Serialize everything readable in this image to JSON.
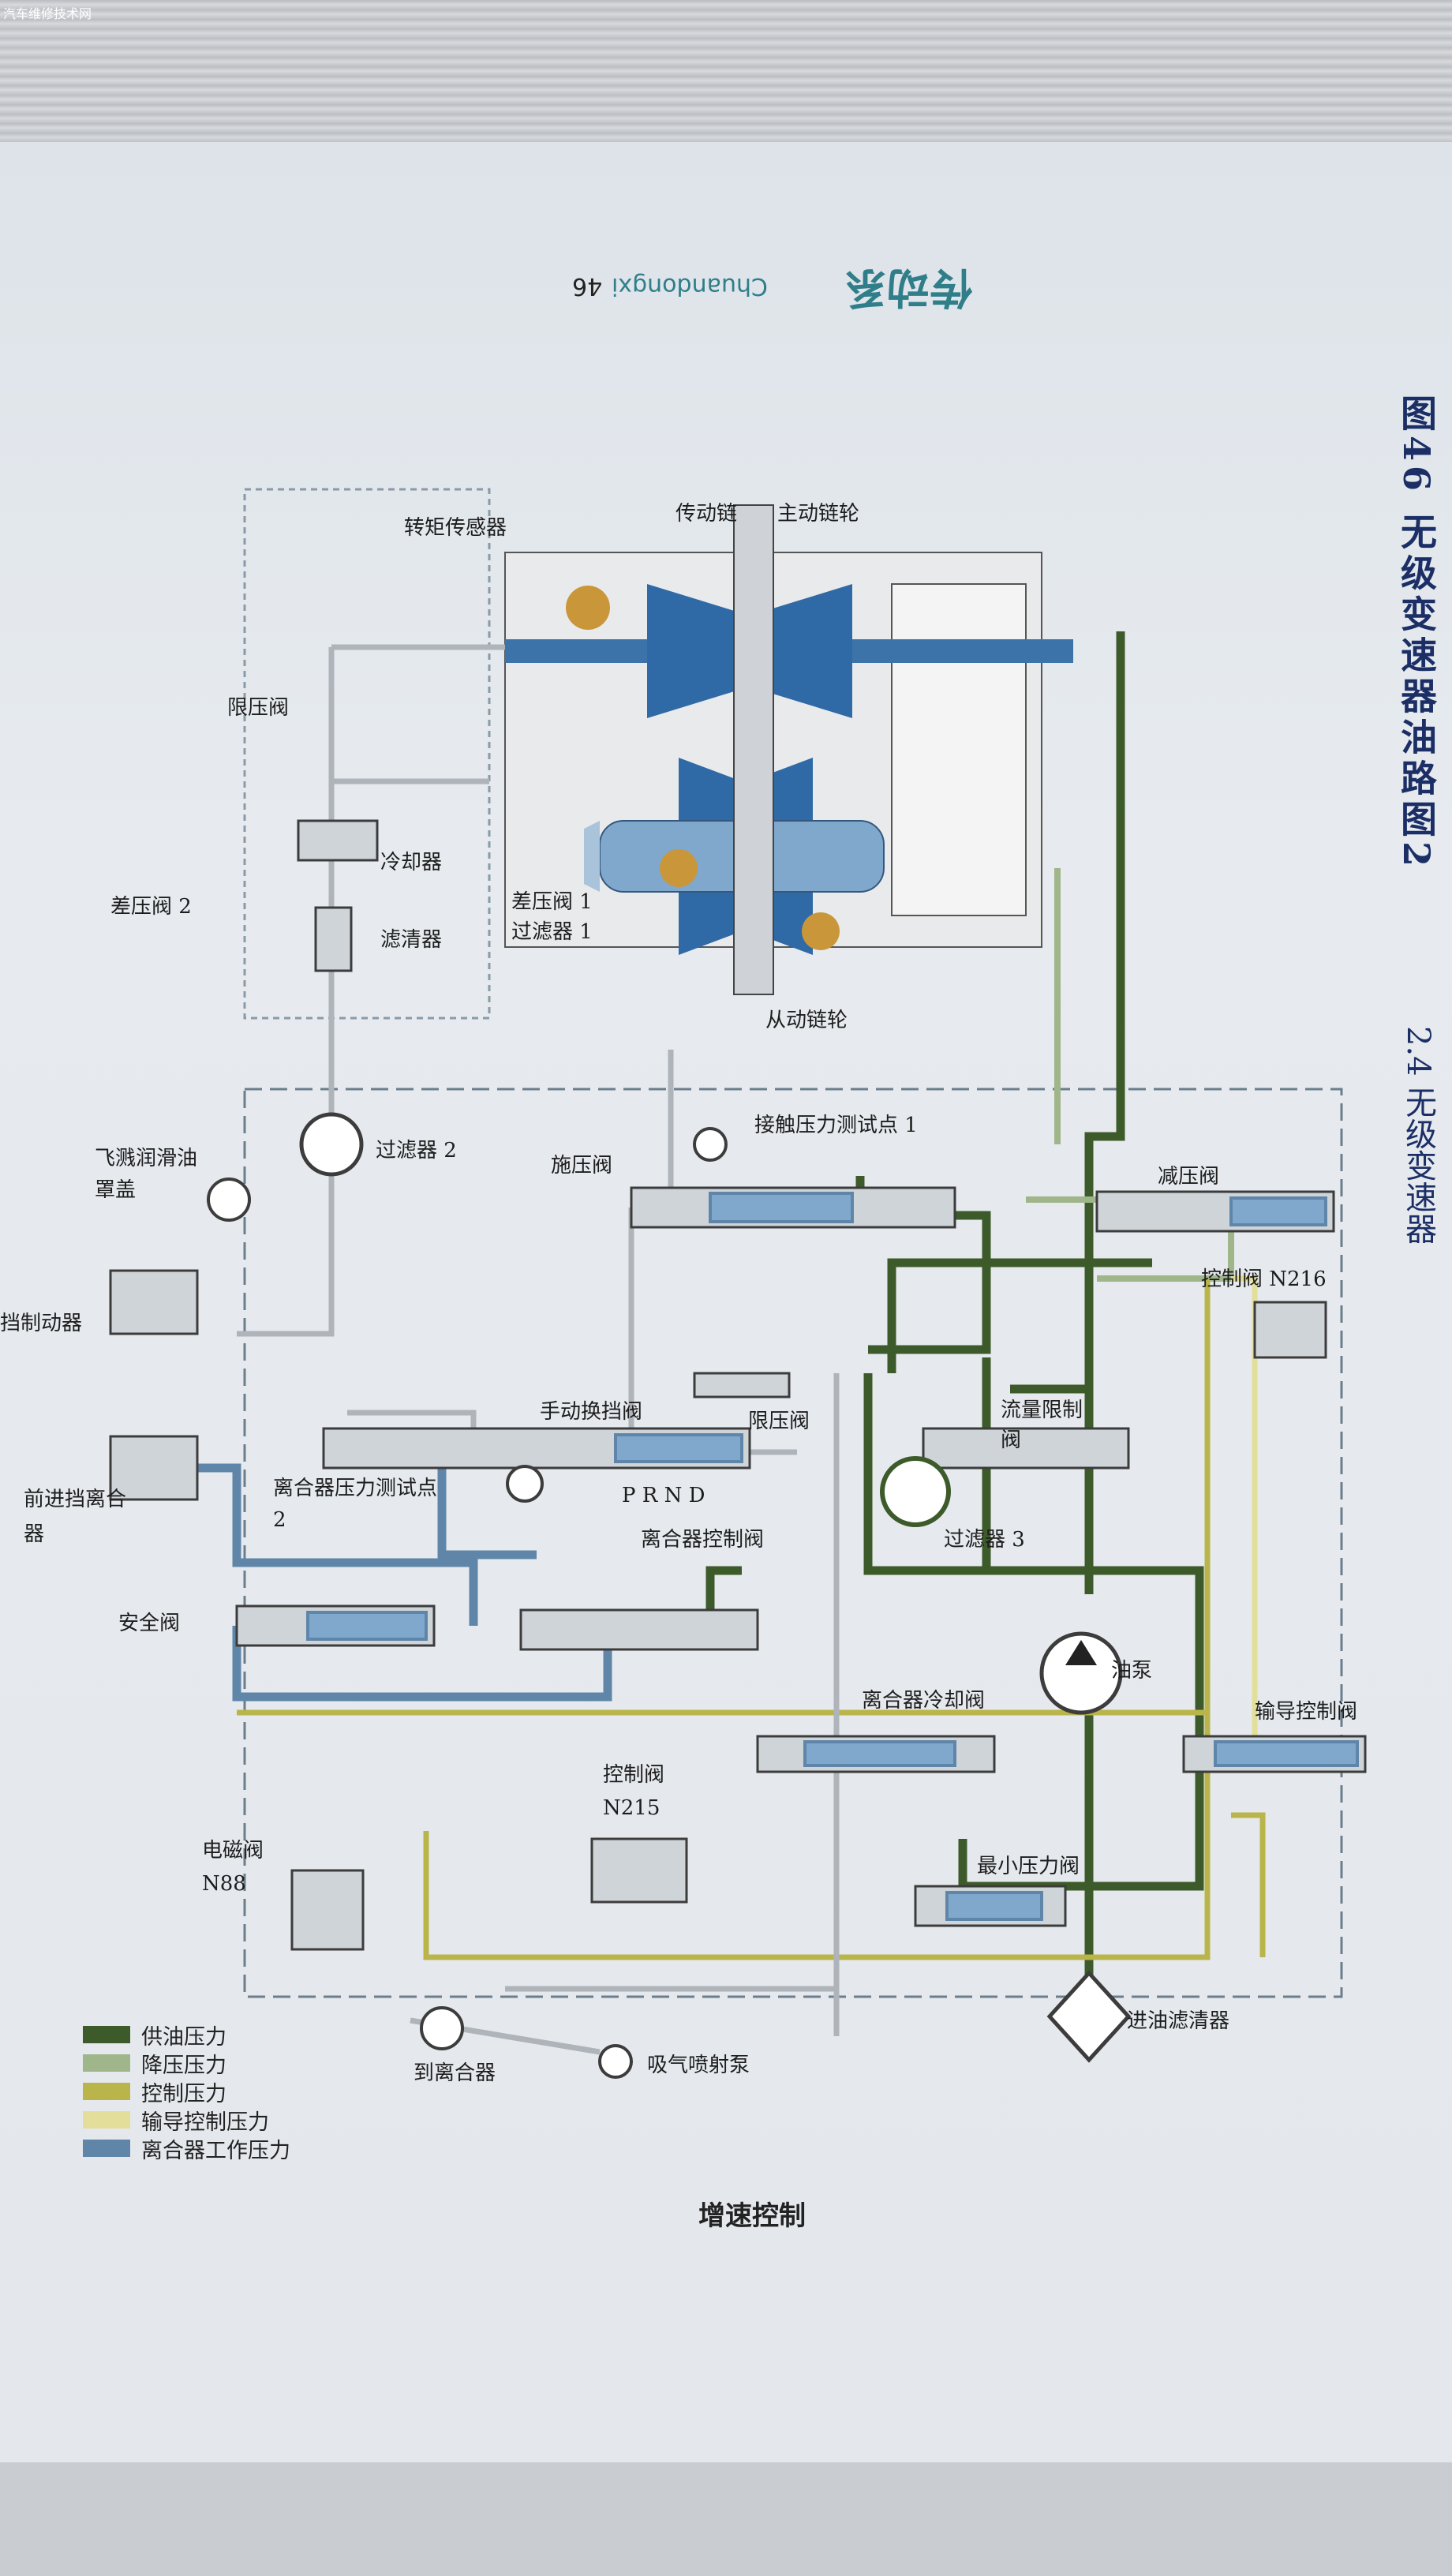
{
  "watermark": "汽车维修技术网",
  "page_header": {
    "chapter": "传动系",
    "pinyin": "Chuandongxi",
    "page": "46"
  },
  "side": {
    "title": "图46 无级变速器油路图2",
    "section": "2.4 无级变速器"
  },
  "caption": "增速控制",
  "labels": {
    "torque_sensor": "转矩传感器",
    "chain": "传动链",
    "drive_pulley": "主动链轮",
    "limit_valve": "限压阀",
    "cooler": "冷却器",
    "filter": "滤清器",
    "diff_valve_2": "差压阀 2",
    "diff_valve_1": "差压阀 1",
    "filter_1": "过滤器 1",
    "driven_pulley": "从动链轮",
    "contact_test_point": "接触压力测试点 1",
    "filter_2": "过滤器 2",
    "splash_cover": "飞溅润滑油罩盖",
    "apply_valve": "施压阀",
    "reducing_valve": "减压阀",
    "ctrl_valve_n216": "控制阀 N216",
    "brake": "挡制动器",
    "manual_valve": "手动换挡阀",
    "limit_valve_2": "限压阀",
    "flow_limit_valve": "流量限制阀",
    "clutch_test_point": "离合器压力测试点 2",
    "forward_clutch": "前进挡离合器",
    "prnd": "P R N D",
    "clutch_ctrl_valve": "离合器控制阀",
    "filter_3": "过滤器 3",
    "safety_valve": "安全阀",
    "pump": "油泵",
    "clutch_cool_valve": "离合器冷却阀",
    "pilot_ctrl_valve": "输导控制阀",
    "ctrl_valve_n215": "控制阀 N215",
    "min_pressure_valve": "最小压力阀",
    "solenoid_n88": "电磁阀 N88",
    "to_clutch": "到离合器",
    "jet_pump": "吸气喷射泵",
    "suction_filter": "进油滤清器"
  },
  "legend": [
    {
      "label": "供油压力",
      "color": "#3d5a2a"
    },
    {
      "label": "降压压力",
      "color": "#9fb58a"
    },
    {
      "label": "控制压力",
      "color": "#b9b54a"
    },
    {
      "label": "输导控制压力",
      "color": "#e3df9a"
    },
    {
      "label": "离合器工作压力",
      "color": "#5f86a8"
    }
  ]
}
